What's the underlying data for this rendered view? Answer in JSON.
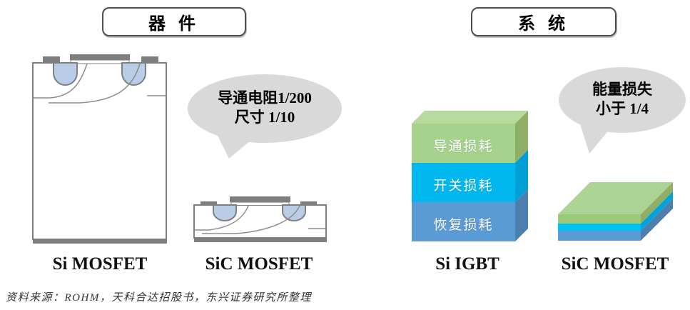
{
  "sections": {
    "device": {
      "title": "器 件"
    },
    "system": {
      "title": "系 统"
    }
  },
  "device_panel": {
    "si_mosfet_label": "Si MOSFET",
    "sic_mosfet_label": "SiC MOSFET",
    "bubble": {
      "line1": "导通电阻1/200",
      "line2": "尺寸 1/10"
    }
  },
  "system_panel": {
    "si_igbt_label": "Si IGBT",
    "sic_mosfet_label": "SiC MOSFET",
    "bubble": {
      "line1": "能量损失",
      "line2": "小于 1/4"
    },
    "igbt_layers": [
      {
        "label": "导通损耗",
        "front": "#a6d28e",
        "side": "#8fae66",
        "top": "#b7daa1"
      },
      {
        "label": "开关损耗",
        "front": "#00b7ef",
        "side": "#00a0d6"
      },
      {
        "label": "恢复损耗",
        "front": "#5b9bd5",
        "side": "#4d7fae"
      }
    ],
    "slab_layers": [
      {
        "front": "#9dc97c",
        "side": "#8fae66",
        "top": "#abd393"
      },
      {
        "front": "#00c0f5",
        "side": "#00a3d9"
      },
      {
        "front": "#5b9bd5",
        "side": "#4d7fae"
      }
    ]
  },
  "colors": {
    "bubble_fill": "#d9d9d9",
    "device_outline": "#7f7f7f",
    "well_fill": "#b9cde8",
    "contact_gray": "#7f7f7f"
  },
  "source": "资料来源：ROHM，天科合达招股书，东兴证券研究所整理"
}
